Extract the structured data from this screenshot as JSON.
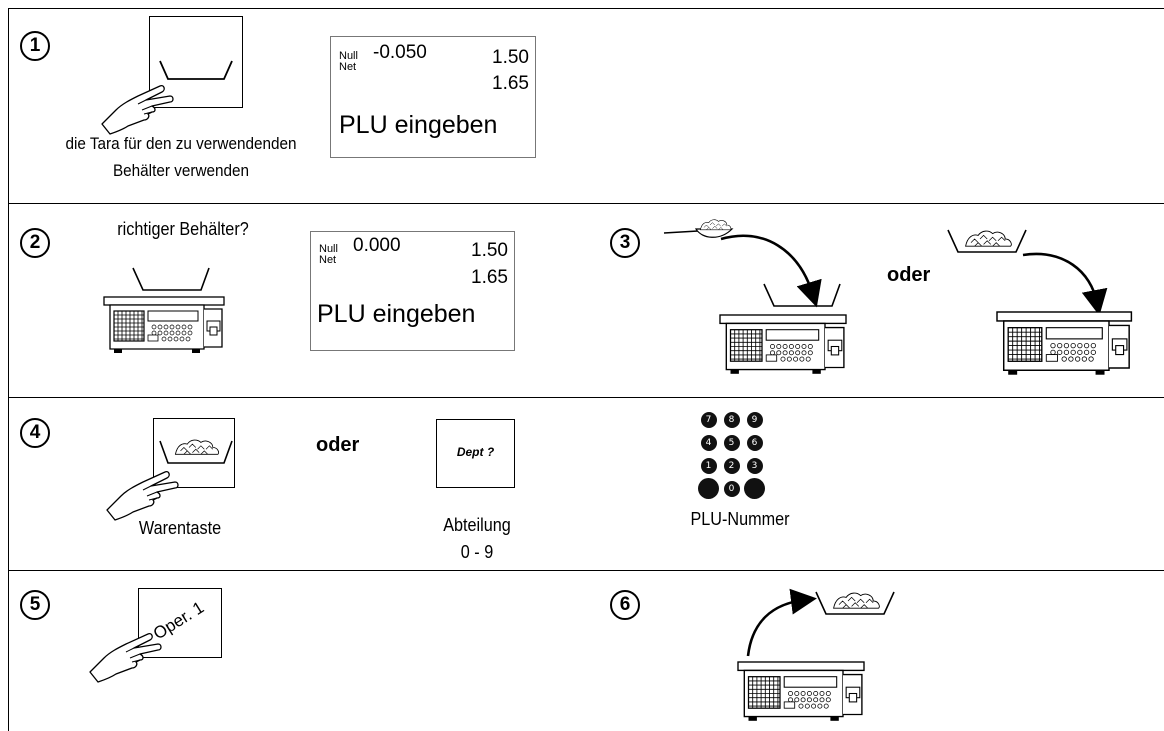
{
  "steps": [
    {
      "number": "1",
      "caption_line1": "die Tara für den zu verwendenden",
      "caption_line2": "Behälter verwenden",
      "display": {
        "ind_top": "Null",
        "ind_bottom": "Net",
        "weight": "-0.050",
        "value_a": "1.50",
        "value_b": "1.65",
        "message": "PLU eingeben"
      }
    },
    {
      "number": "2",
      "caption": "richtiger Behälter?",
      "display": {
        "ind_top": "Null",
        "ind_bottom": "Net",
        "weight": "0.000",
        "value_a": "1.50",
        "value_b": "1.65",
        "message": "PLU eingeben"
      }
    },
    {
      "number": "3",
      "or_label": "oder"
    },
    {
      "number": "4",
      "or_label": "oder",
      "product_key_caption": "Warentaste",
      "dept_key_label": "Dept ?",
      "dept_caption_line1": "Abteilung",
      "dept_caption_line2": "0 - 9",
      "plu_caption": "PLU-Nummer",
      "keypad_keys": [
        "7",
        "8",
        "9",
        "4",
        "5",
        "6",
        "1",
        "2",
        "3",
        "",
        "0",
        ""
      ]
    },
    {
      "number": "5",
      "operator_key_label": "Oper. 1"
    },
    {
      "number": "6"
    }
  ],
  "icons": [
    "tare-key-icon",
    "pointing-hand-icon",
    "scale-icon",
    "scoop-icon",
    "arrow-icon",
    "product-key-icon",
    "keypad-icon",
    "container-icon"
  ]
}
